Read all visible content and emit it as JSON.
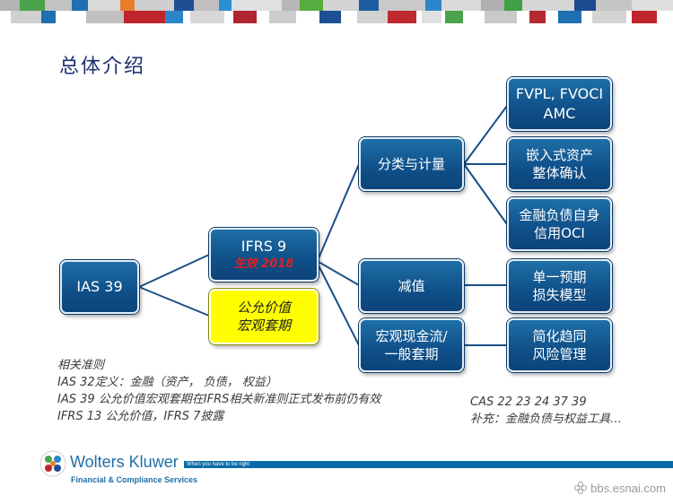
{
  "title": "总体介绍",
  "nodes": {
    "ias39": "IAS 39",
    "ifrs9": "IFRS 9",
    "ifrs9_sub": "生效 2018",
    "fair_value_line1": "公允价值",
    "fair_value_line2": "宏观套期",
    "classification": "分类与计量",
    "impairment": "减值",
    "macro_line1": "宏观现金流/",
    "macro_line2": "一般套期",
    "fvpl_line1": "FVPL, FVOCI",
    "fvpl_line2": "AMC",
    "embedded_line1": "嵌入式资产",
    "embedded_line2": "整体确认",
    "credit_line1": "金融负债自身",
    "credit_line2": "信用OCI",
    "expected_loss_line1": "单一预期",
    "expected_loss_line2": "损失模型",
    "simplified_line1": "简化趋同",
    "simplified_line2": "风险管理"
  },
  "notes": {
    "line1": "相关准则",
    "line2": "IAS 32定义：金融（资产， 负债， 权益）",
    "line3": "IAS 39 公允价值宏观套期在IFRS相关新准则正式发布前仍有效",
    "line4": "IFRS 13 公允价值，IFRS 7披露",
    "right_line1": "CAS 22 23 24 37 39",
    "right_line2": "补充：金融负债与权益工具…"
  },
  "footer": {
    "brand": "Wolters Kluwer",
    "subbrand": "Financial & Compliance Services",
    "tagline": "When you have to be right",
    "watermark": "bbs.esnai.com"
  },
  "colors": {
    "node_blue": "#0f4f88",
    "node_yellow": "#ffff00",
    "connector": "#1a4f86",
    "title": "#1e2f6e",
    "brand_blue": "#1d6fa8"
  },
  "icons": {
    "brand_logo": "wolters-kluwer-logo-icon",
    "watermark_logo": "flower-icon"
  }
}
